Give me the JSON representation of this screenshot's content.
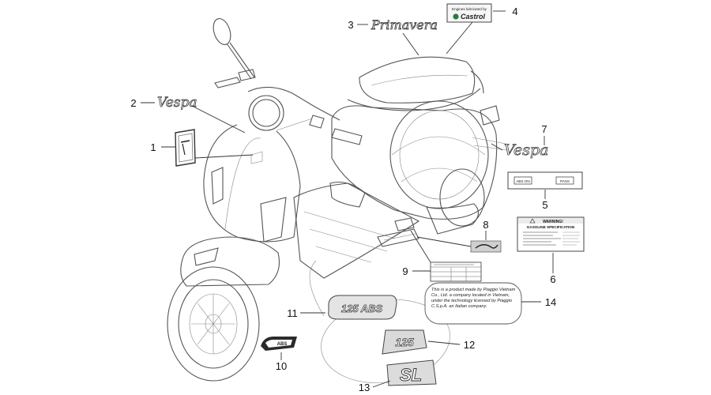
{
  "callouts": [
    {
      "n": "1"
    },
    {
      "n": "2"
    },
    {
      "n": "3"
    },
    {
      "n": "4"
    },
    {
      "n": "5"
    },
    {
      "n": "6"
    },
    {
      "n": "7"
    },
    {
      "n": "8"
    },
    {
      "n": "9"
    },
    {
      "n": "10"
    },
    {
      "n": "11"
    },
    {
      "n": "12"
    },
    {
      "n": "13"
    },
    {
      "n": "14"
    }
  ],
  "labels": {
    "primavera": "Primavera",
    "vespa_left": "Vespa",
    "vespa_right": "Vespa",
    "castrol_top": "Engines lubricated by",
    "castrol_brand": "Castrol",
    "abs_on": "ABS ON",
    "abs_pass": "PASS",
    "warning_title": "WARNING!",
    "gasoline_title": "GASOLINE SPECIFICATION",
    "badge_125abs": "125 ABS",
    "badge_125": "125",
    "badge_sl": "SL",
    "badge_abs_small": "ABS",
    "sticker_text": "This is a product made by Piaggio Vietnam Co., Ltd. a company located in Vietnam, under the technology licensed by Piaggio C.S.p.A. an Italian company."
  },
  "colors": {
    "line": "#555555",
    "castrol_green": "#2a7a3b",
    "badge_gray": "#d9d9d9"
  }
}
